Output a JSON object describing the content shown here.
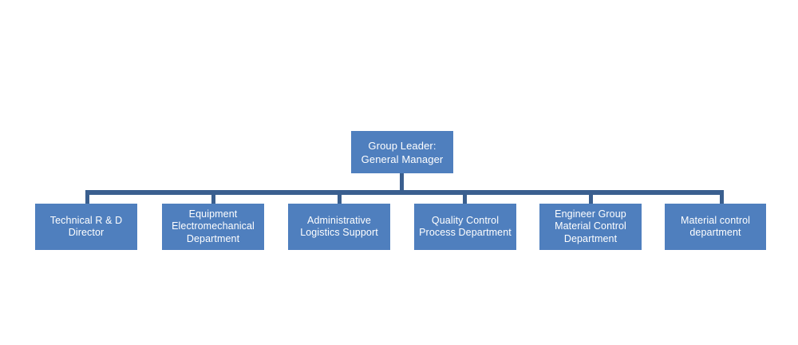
{
  "diagram": {
    "type": "organizational-chart",
    "title": "",
    "background_color": "#FFFFFF",
    "box_fill_color": "#4F7FBE",
    "box_text_color": "#FFFFFF",
    "connector_color": "#3A5F8F",
    "root": {
      "label": "Group Leader:\nGeneral Manager",
      "line_1": "Group Leader:",
      "line_2": "General Manager"
    },
    "children": [
      {
        "label": "Technical R & D\nDirector",
        "line_1": "Technical R & D",
        "line_2": "Director"
      },
      {
        "label": "Equipment\nElectromechanical\nDepartment",
        "line_1": "Equipment",
        "line_2": "Electromechanical",
        "line_3": "Department"
      },
      {
        "label": "Administrative\nLogistics Support",
        "line_1": "Administrative",
        "line_2": "Logistics Support"
      },
      {
        "label": "Quality Control\nProcess Department",
        "line_1": "Quality Control",
        "line_2": "Process Department"
      },
      {
        "label": "Engineer Group\nMaterial Control\nDepartment",
        "line_1": "Engineer Group",
        "line_2": "Material Control",
        "line_3": "Department"
      },
      {
        "label": "Material control\ndepartment",
        "line_1": "Material control",
        "line_2": "department"
      }
    ]
  }
}
